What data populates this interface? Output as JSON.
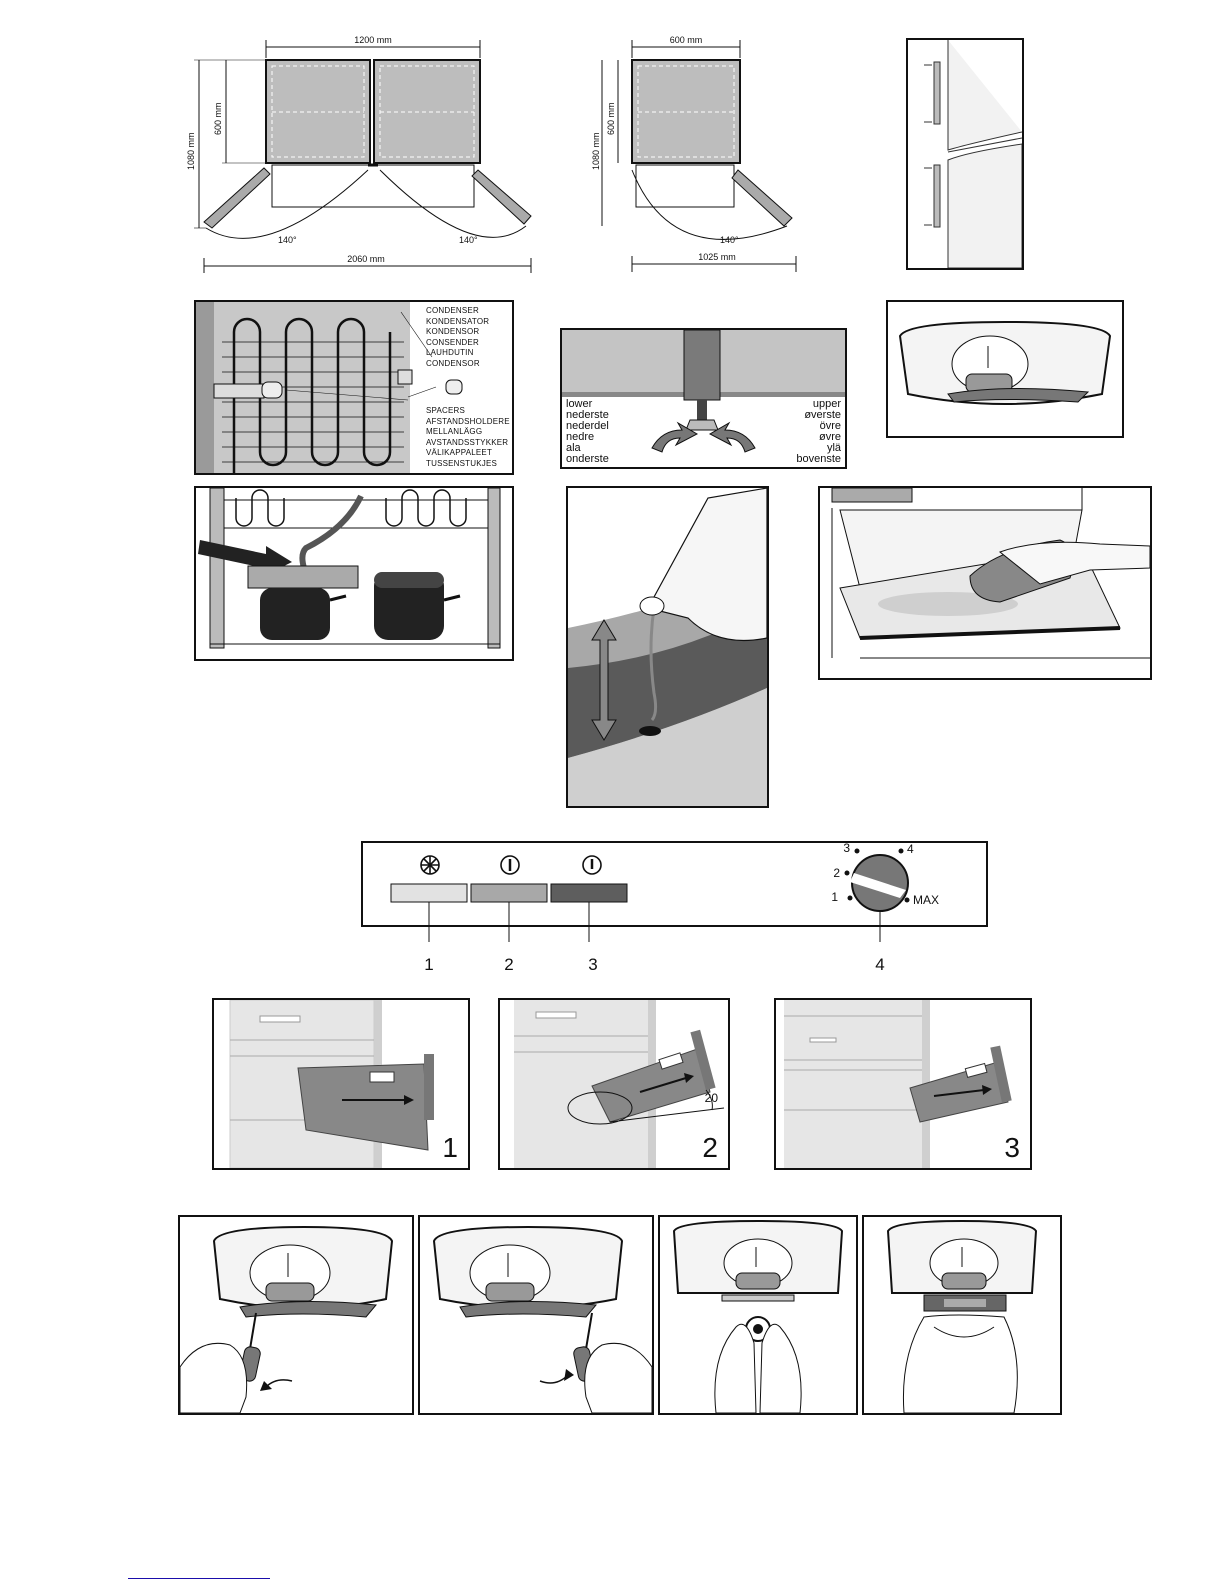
{
  "dimensions_double": {
    "width_total": "1200 mm",
    "depth_door": "600 mm",
    "depth_open": "1080 mm",
    "angle_left": "140°",
    "angle_right": "140°",
    "swing_width": "2060 mm"
  },
  "dimensions_single": {
    "width_total": "600 mm",
    "depth_door": "600 mm",
    "depth_open": "1080 mm",
    "angle": "140°",
    "swing_width": "1025 mm"
  },
  "condenser_panel": {
    "condenser_labels": [
      "CONDENSER",
      "KONDENSATOR",
      "KONDENSOR",
      "CONSENDER",
      "LAUHDUTIN",
      "CONDENSOR"
    ],
    "spacer_labels": [
      "SPACERS",
      "AFSTANDSHOLDERE",
      "MELLANLÄGG",
      "AVSTANDSSTYKKER",
      "VÄLIKAPPALEET",
      "TUSSENSTUKJES"
    ]
  },
  "feet_panel": {
    "lower_labels": [
      "lower",
      "nederste",
      "nederdel",
      "nedre",
      "ala",
      "onderste"
    ],
    "upper_labels": [
      "upper",
      "øverste",
      "övre",
      "øvre",
      "ylä",
      "bovenste"
    ]
  },
  "control_panel": {
    "callouts": [
      "1",
      "2",
      "3",
      "4"
    ],
    "dial_marks": [
      "1",
      "2",
      "3",
      "4",
      "MAX"
    ]
  },
  "drawer_steps": {
    "step_numbers": [
      "1",
      "2",
      "3"
    ],
    "angle": "20"
  }
}
